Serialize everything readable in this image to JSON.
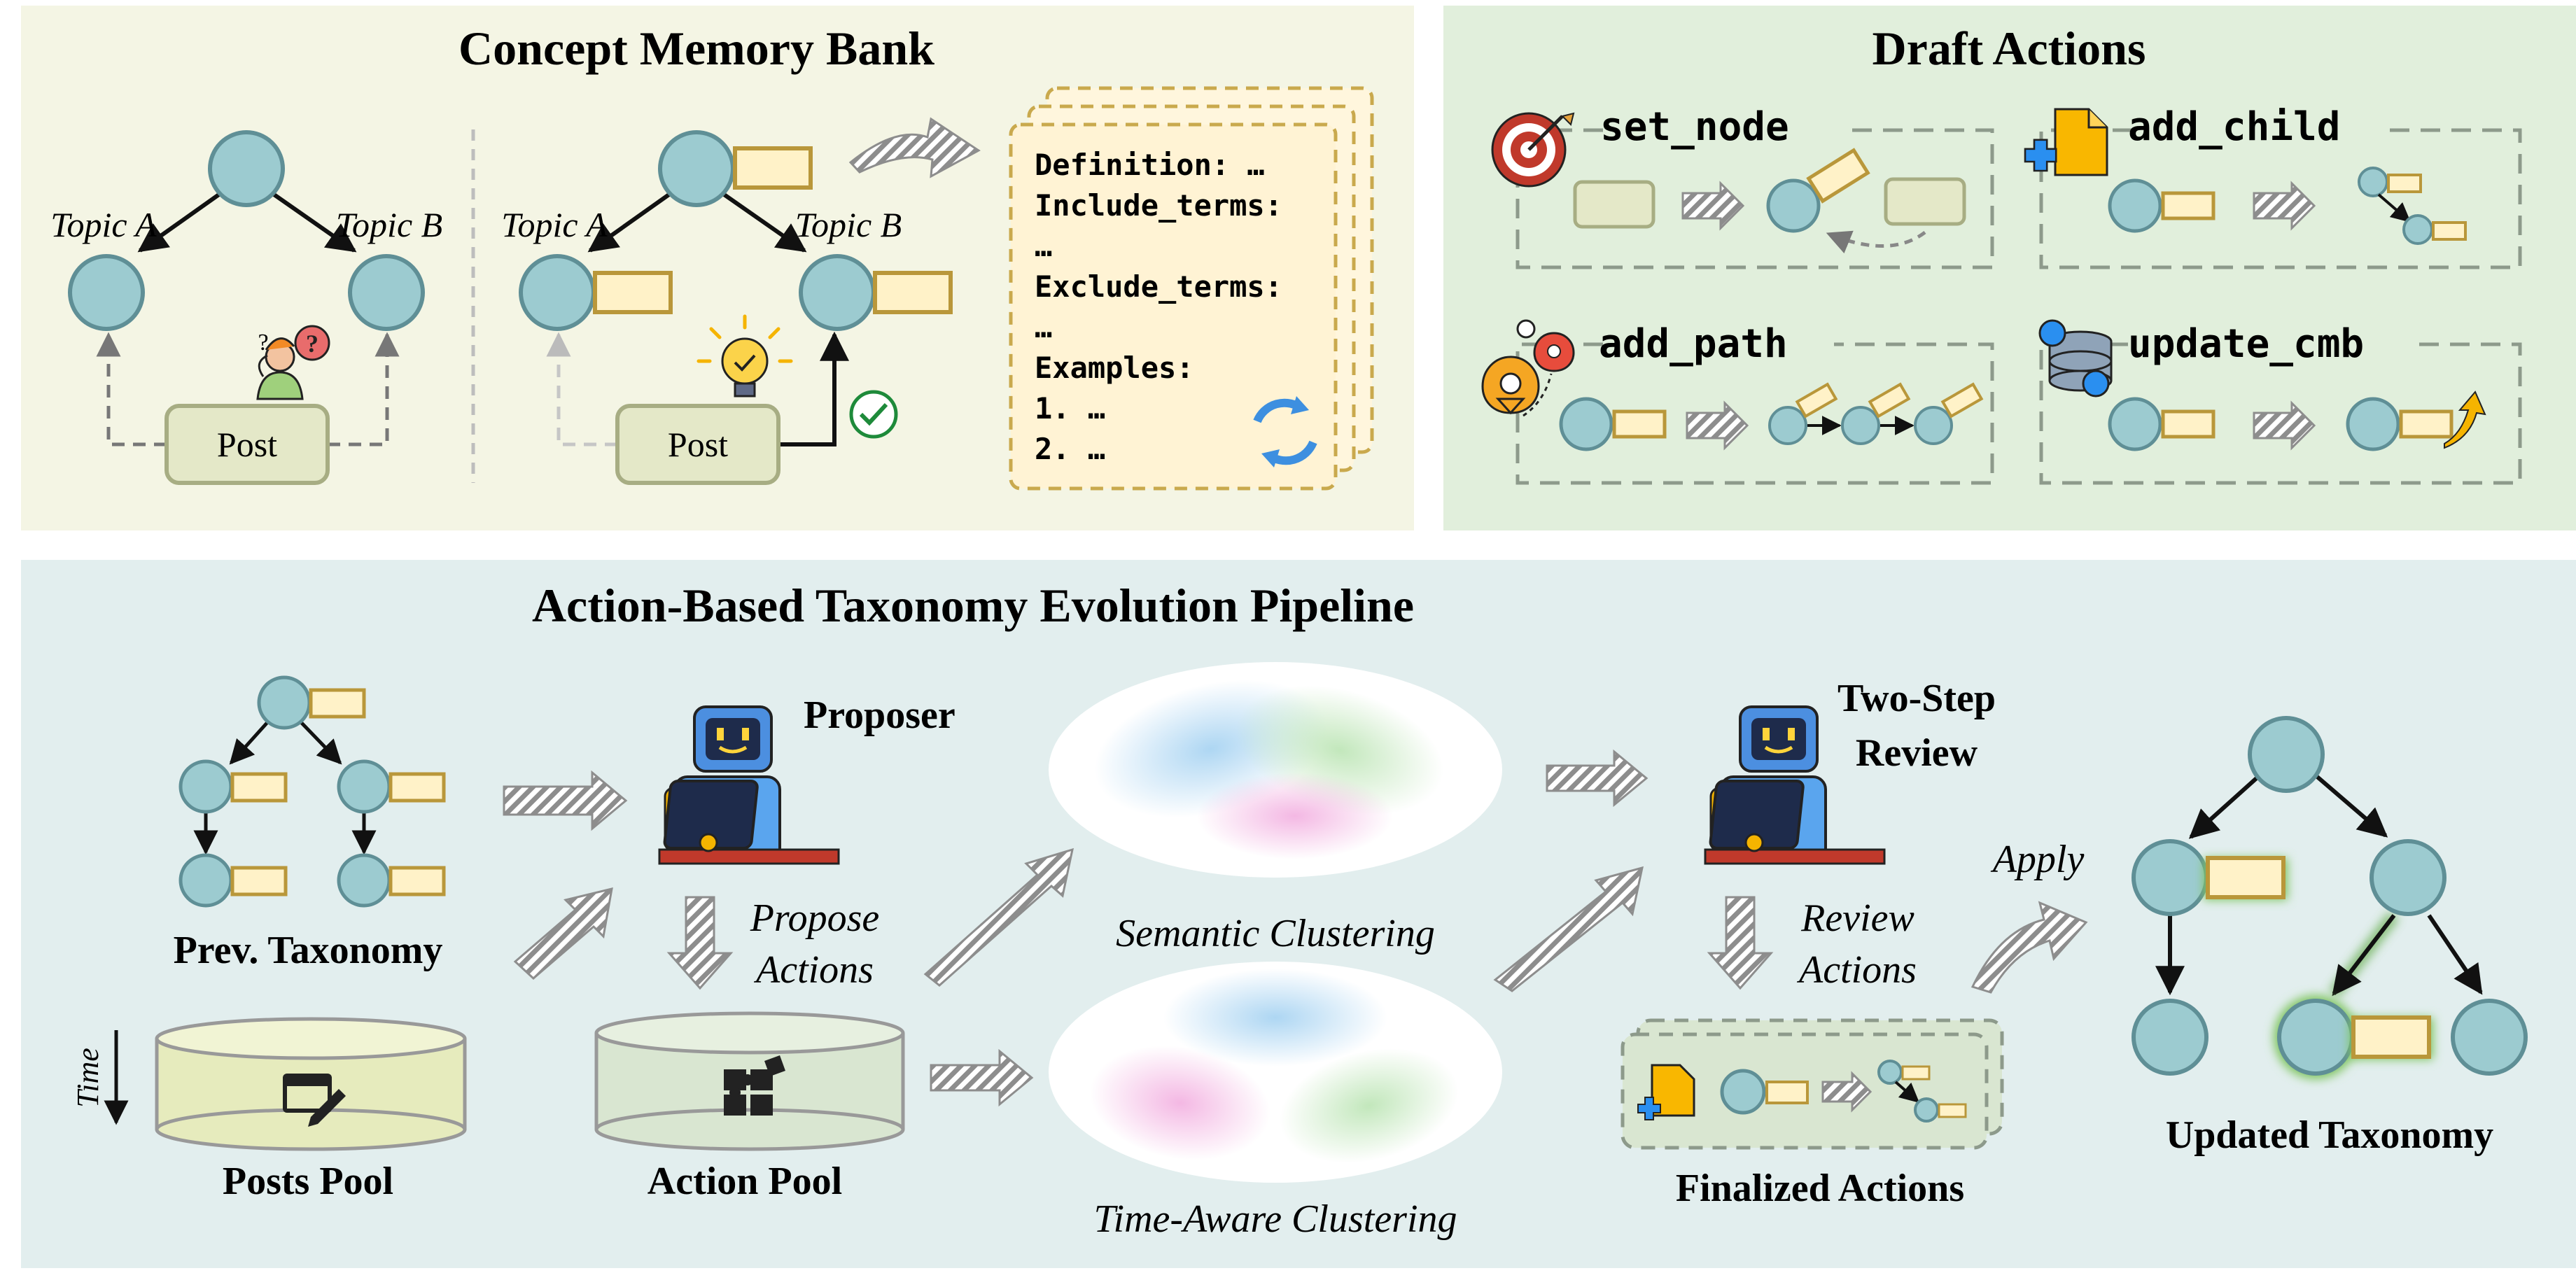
{
  "cmb": {
    "title": "Concept Memory Bank",
    "topic_a": "Topic A",
    "topic_b": "Topic B",
    "post": "Post",
    "q1": "?",
    "q2": "?",
    "card_lines": [
      "Definition: …",
      "Include_terms:",
      "…",
      "Exclude_terms:",
      "…",
      "Examples:",
      "1. …",
      "2. …"
    ]
  },
  "draft": {
    "title": "Draft Actions",
    "actions": [
      "set_node",
      "add_child",
      "add_path",
      "update_cmb"
    ]
  },
  "pipeline": {
    "title": "Action-Based Taxonomy Evolution Pipeline",
    "prev_taxonomy": "Prev. Taxonomy",
    "time": "Time",
    "posts_pool": "Posts Pool",
    "proposer": "Proposer",
    "propose_actions": [
      "Propose",
      "Actions"
    ],
    "action_pool": "Action Pool",
    "semantic_clustering": "Semantic Clustering",
    "time_aware_clustering": "Time-Aware Clustering",
    "two_step_review": [
      "Two-Step",
      "Review"
    ],
    "review_actions": [
      "Review",
      "Actions"
    ],
    "finalized_actions": "Finalized Actions",
    "apply": "Apply",
    "updated_taxonomy": "Updated Taxonomy"
  },
  "colors": {
    "panel_cmb": "#f4f5e4",
    "panel_draft": "#e1efdc",
    "panel_pipeline": "#e2eeee",
    "node_fill": "#9ccbd0",
    "node_stroke": "#5f8f96",
    "tag_fill": "#fff2c8",
    "tag_stroke": "#b9973a",
    "post_fill": "#e4e8c8",
    "post_stroke": "#a7ad83"
  }
}
